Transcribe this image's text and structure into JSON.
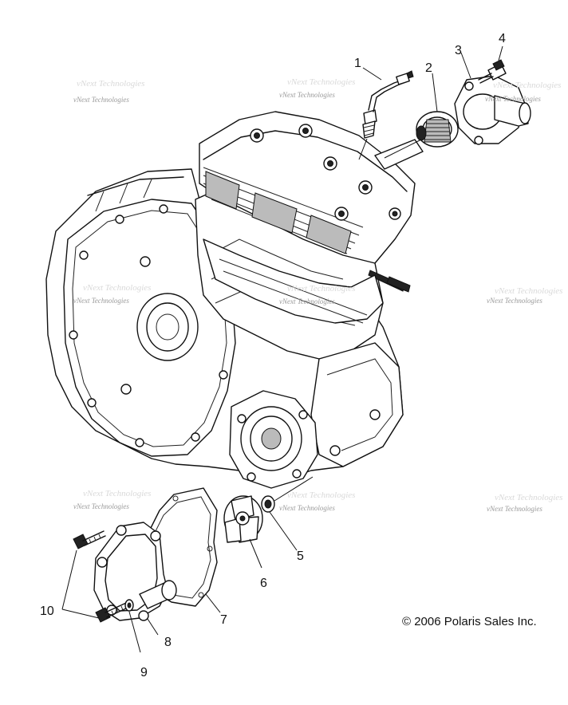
{
  "callouts": [
    {
      "id": "1",
      "label": "1"
    },
    {
      "id": "2",
      "label": "2"
    },
    {
      "id": "3",
      "label": "3"
    },
    {
      "id": "4",
      "label": "4"
    },
    {
      "id": "5",
      "label": "5"
    },
    {
      "id": "6",
      "label": "6"
    },
    {
      "id": "7",
      "label": "7"
    },
    {
      "id": "8",
      "label": "8"
    },
    {
      "id": "9",
      "label": "9"
    },
    {
      "id": "10",
      "label": "10"
    }
  ],
  "watermark": "vNext Technologies",
  "copyright": "© 2006 Polaris Sales Inc."
}
